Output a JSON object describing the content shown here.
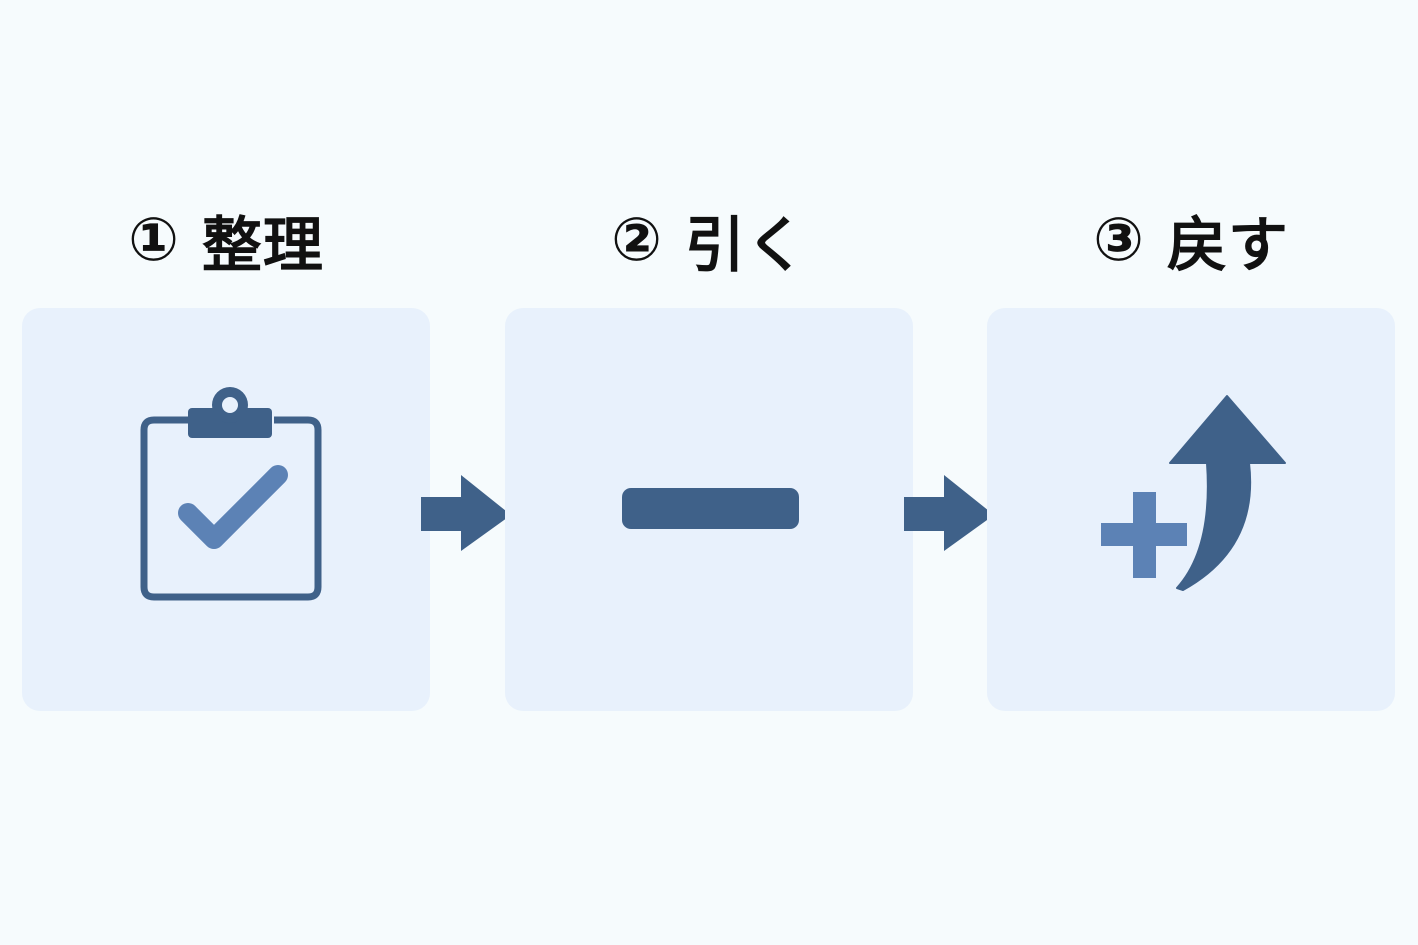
{
  "steps": [
    {
      "number": "①",
      "label": "整理",
      "icon": "clipboard-check-icon"
    },
    {
      "number": "②",
      "label": "引く",
      "icon": "minus-icon"
    },
    {
      "number": "③",
      "label": "戻す",
      "icon": "plus-return-arrow-icon"
    }
  ],
  "colors": {
    "background": "#f6fbfd",
    "card": "#e8f1fc",
    "icon_dark": "#3f6189",
    "icon_light": "#5c82b5",
    "text": "#111111"
  }
}
